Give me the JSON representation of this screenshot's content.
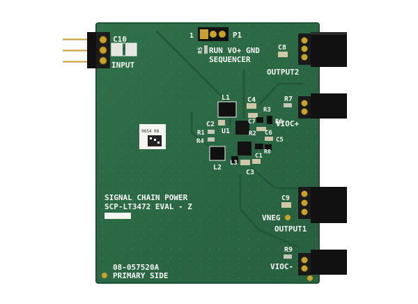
{
  "board": {
    "colors": {
      "pcb": "#2c6b47",
      "pcb_edge": "#1e5236",
      "trace": "#245a3c",
      "silkscreen": "#f4f6f2",
      "pad": "#c8a24a",
      "header_black": "#111111",
      "pin_gold": "#c9a227"
    },
    "silkscreen": {
      "c10": "C10",
      "input": "INPUT",
      "p1_pin": "1",
      "p1": "P1",
      "r5": "R5",
      "seq_line1": "RUN VO+ GND",
      "seq_line2": "SEQUENCER",
      "c8": "C8",
      "output2": "OUTPUT2",
      "l1": "L1",
      "c4": "C4",
      "r7": "R7",
      "r3": "R3",
      "vioc_plus": "VIOC+",
      "c2": "C2",
      "c7": "C7",
      "r6": "R6",
      "u1": "U1",
      "r1": "R1",
      "r2": "R2",
      "c6": "C6",
      "r4": "R4",
      "c5": "C5",
      "r8": "R8",
      "c1": "C1",
      "l2": "L2",
      "l3": "L3",
      "c3": "C3",
      "title_line1": "SIGNAL CHAIN POWER",
      "title_line2": "SCP-LT3472 EVAL - Z",
      "c9": "C9",
      "vneg": "VNEG",
      "output1": "OUTPUT1",
      "r9": "R9",
      "vioc_minus": "VIOC-",
      "part_number": "08-057520A",
      "side": "PRIMARY SIDE",
      "label_sticker": "9654 08"
    }
  }
}
